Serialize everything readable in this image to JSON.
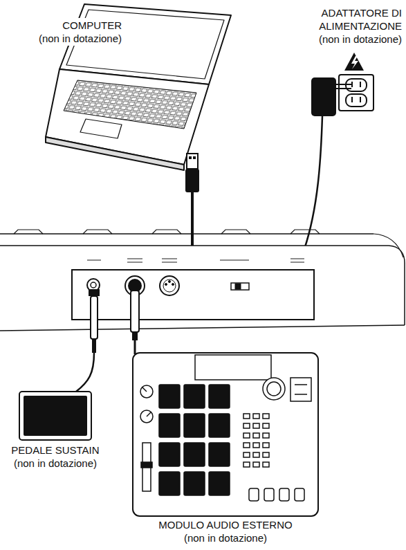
{
  "diagram": {
    "nodes": [
      {
        "text": [
          "COMPUTER",
          "(non in dotazione)"
        ]
      },
      {
        "text": [
          "ADATTATORE DI ALIMENTAZIONE",
          "(non in dotazione)"
        ]
      },
      {
        "text": [
          "PEDALE SUSTAIN",
          "(non in dotazione)"
        ]
      },
      {
        "text": [
          "MODULO AUDIO ESTERNO",
          "(non in dotazione)"
        ]
      }
    ]
  }
}
